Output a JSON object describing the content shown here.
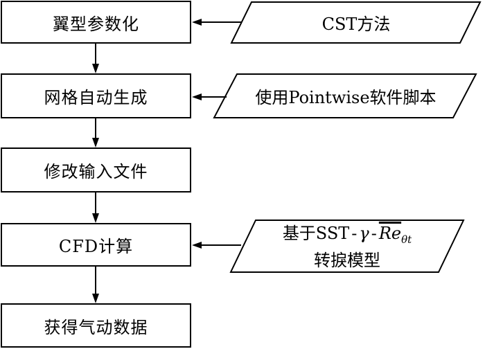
{
  "diagram": {
    "background_color": "#ffffff",
    "line_color": "#000000",
    "boxes": [
      {
        "id": "airfoil-parameterization",
        "label": "翼型参数化"
      },
      {
        "id": "mesh-auto-generation",
        "label": "网格自动生成"
      },
      {
        "id": "modify-input-file",
        "label": "修改输入文件"
      },
      {
        "id": "cfd-computation",
        "label": "CFD计算"
      },
      {
        "id": "obtain-aero-data",
        "label": "获得气动数据"
      }
    ],
    "annotations": [
      {
        "id": "cst-method",
        "label": "CST方法",
        "points_to": "翼型参数化"
      },
      {
        "id": "pointwise-script",
        "label": "使用Pointwise软件脚本",
        "points_to": "网格自动生成"
      },
      {
        "id": "transition-model",
        "points_to": "CFD计算",
        "line1": {
          "text": "基于SST",
          "dash1": "-",
          "gamma": "γ",
          "dash2": "-",
          "re": "Re",
          "subscript": "θt"
        },
        "line2": "转捩模型"
      }
    ]
  }
}
